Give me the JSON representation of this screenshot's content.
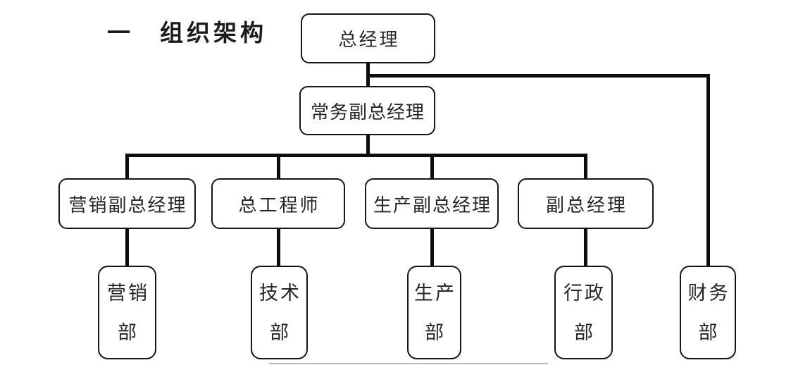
{
  "heading": {
    "number": "一",
    "title": "组织架构"
  },
  "org_chart": {
    "nodes": {
      "general_manager": "总经理",
      "executive_deputy_gm": "常务副总经理",
      "marketing_deputy_gm": "营销副总经理",
      "chief_engineer": "总工程师",
      "production_deputy_gm": "生产副总经理",
      "deputy_gm": "副总经理"
    },
    "departments": {
      "marketing": {
        "line1": "营销",
        "line2": "部"
      },
      "technology": {
        "line1": "技术",
        "line2": "部"
      },
      "production": {
        "line1": "生产",
        "line2": "部"
      },
      "administration": {
        "line1": "行政",
        "line2": "部"
      },
      "finance": {
        "line1": "财务",
        "line2": "部"
      }
    },
    "hierarchy": [
      "总经理 > 常务副总经理",
      "总经理 > 财务部",
      "常务副总经理 > 营销副总经理",
      "常务副总经理 > 总工程师",
      "常务副总经理 > 生产副总经理",
      "常务副总经理 > 副总经理",
      "营销副总经理 > 营销部",
      "总工程师 > 技术部",
      "生产副总经理 > 生产部",
      "副总经理 > 行政部"
    ],
    "colors": {
      "connector_line": "#0d0d0d",
      "box_border": "#161616",
      "text": "#262626",
      "background": "#ffffff",
      "bottom_divider": "#b9b9b9"
    }
  }
}
